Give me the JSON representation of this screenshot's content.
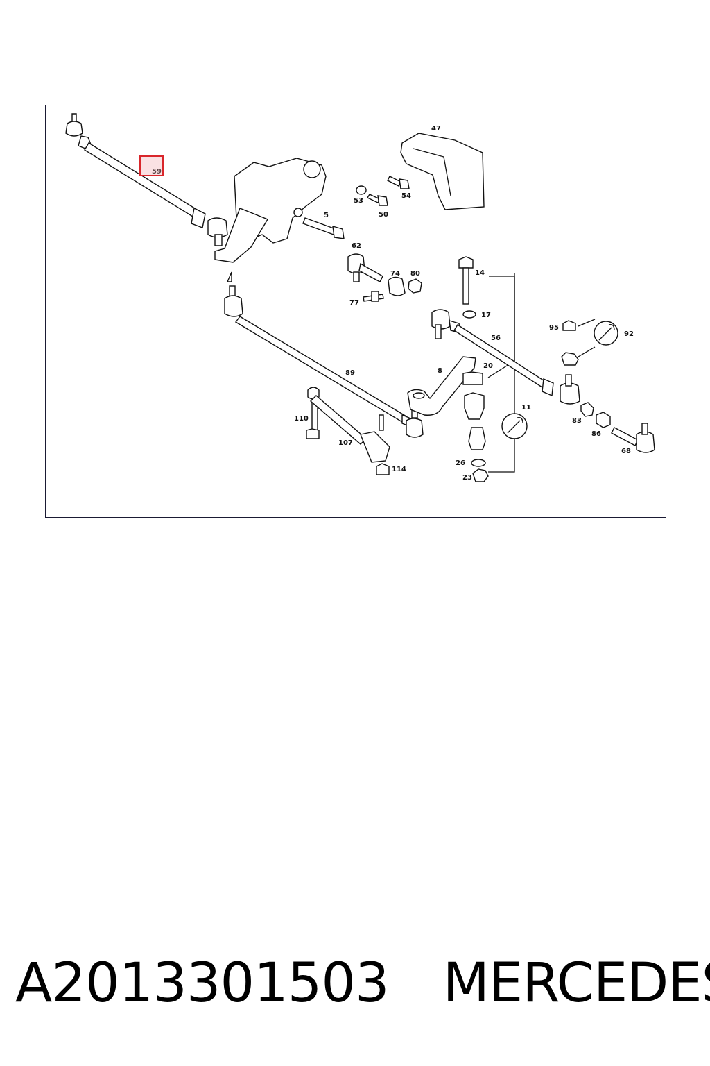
{
  "diagram": {
    "highlight_color": "#d9262b",
    "highlighted_part": "59",
    "callouts": [
      "47",
      "59",
      "5",
      "53",
      "54",
      "50",
      "62",
      "74",
      "80",
      "77",
      "14",
      "17",
      "56",
      "95",
      "92",
      "89",
      "8",
      "20",
      "11",
      "110",
      "107",
      "114",
      "83",
      "86",
      "68",
      "26",
      "23"
    ]
  },
  "caption": {
    "part_number": "A2013301503",
    "brand": "MERCEDES"
  }
}
